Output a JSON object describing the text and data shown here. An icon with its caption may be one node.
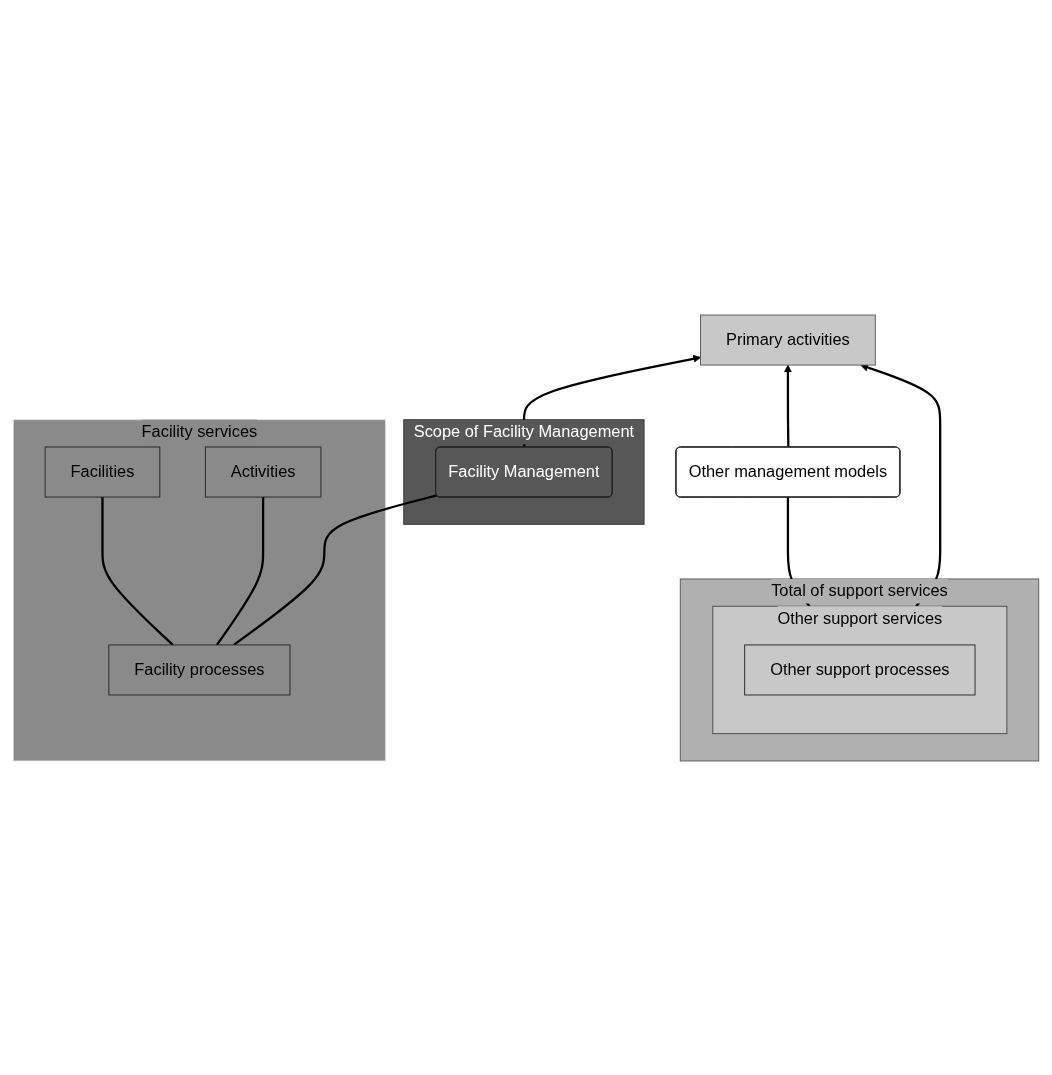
{
  "diagram": {
    "nodes": [
      {
        "text": [
          "Primary activities"
        ]
      },
      {
        "text": [
          "Scope of Facility Management"
        ]
      },
      {
        "text": [
          "Facility Management"
        ],
        "in": 1
      },
      {
        "text": [
          "Total of support services"
        ]
      },
      {
        "text": [
          "Facility services"
        ]
      },
      {
        "text": [
          "Facility processes"
        ],
        "in": 4
      },
      {
        "text": [
          "Facilities"
        ],
        "in": 4
      },
      {
        "text": [
          "Activities"
        ],
        "in": 4
      },
      {
        "text": [
          "Other support services"
        ],
        "in": 3
      },
      {
        "text": [
          "Other support processes"
        ],
        "in": 8
      },
      {
        "text": [
          "Other management models"
        ]
      }
    ],
    "edges": [
      {
        "from": 2,
        "to": 0,
        "arrow": "to"
      },
      {
        "from": 5,
        "to": 2,
        "arrow": "none"
      },
      {
        "from": 5,
        "to": 6,
        "arrow": "none"
      },
      {
        "from": 5,
        "to": 7,
        "arrow": "none"
      },
      {
        "from": 8,
        "to": 0,
        "arrow": "to"
      },
      {
        "from": 8,
        "to": 10,
        "arrow": "none"
      },
      {
        "from": 10,
        "to": 0,
        "arrow": "to"
      }
    ]
  }
}
